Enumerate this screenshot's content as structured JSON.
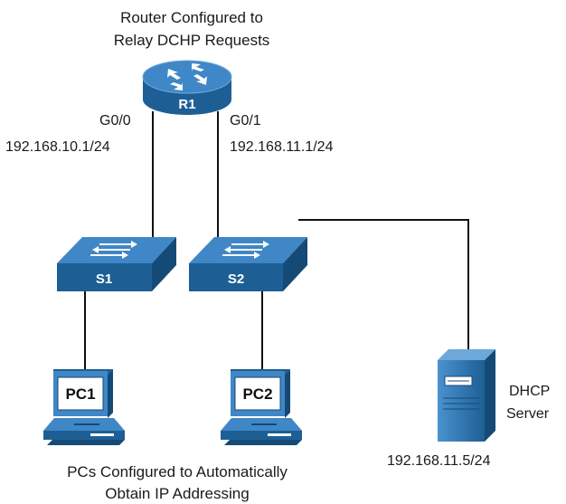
{
  "diagram": {
    "router": {
      "caption_line1": "Router Configured to",
      "caption_line2": "Relay DCHP Requests",
      "name": "R1",
      "ports": [
        {
          "port": "G0/0",
          "ip": "192.168.10.1/24"
        },
        {
          "port": "G0/1",
          "ip": "192.168.11.1/24"
        }
      ]
    },
    "switches": [
      {
        "name": "S1"
      },
      {
        "name": "S2"
      }
    ],
    "pcs": [
      {
        "name": "PC1"
      },
      {
        "name": "PC2"
      }
    ],
    "pcs_caption_line1": "PCs Configured to Automatically",
    "pcs_caption_line2": "Obtain IP Addressing",
    "server": {
      "label_line1": "DHCP",
      "label_line2": "Server",
      "ip": "192.168.11.5/24"
    },
    "colors": {
      "device_top": "#3f87c6",
      "device_side": "#1d5f95",
      "device_dark": "#154a76",
      "link": "#111111"
    }
  }
}
